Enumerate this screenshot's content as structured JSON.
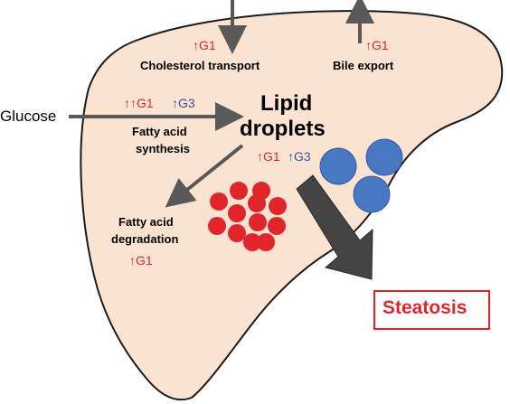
{
  "colors": {
    "liver_fill": "#fbe3d1",
    "outline": "#1c1c1c",
    "arrow": "#595959",
    "red_droplet": "#e0262b",
    "blue_droplet": "#4878c2",
    "g1_text": "#e0262b",
    "g3_text": "#3a4f9e",
    "steatosis_border": "#e8201e"
  },
  "labels": {
    "cholesterol_transport": "Cholesterol transport",
    "bile_export": "Bile export",
    "glucose": "Glucose",
    "lipid": "Lipid",
    "droplets": "droplets",
    "fatty_acid_synthesis_1": "Fatty acid",
    "fatty_acid_synthesis_2": "synthesis",
    "fatty_acid_degradation_1": "Fatty acid",
    "fatty_acid_degradation_2": "degradation",
    "steatosis": "Steatosis"
  },
  "tags": {
    "cholesterol": "↑G1",
    "bile": "↑G1",
    "synthesis_g1": "↑↑G1",
    "synthesis_g3": "↑G3",
    "droplets_g1": "↑G1",
    "droplets_g3": "↑G3",
    "degradation": "↑G1"
  }
}
